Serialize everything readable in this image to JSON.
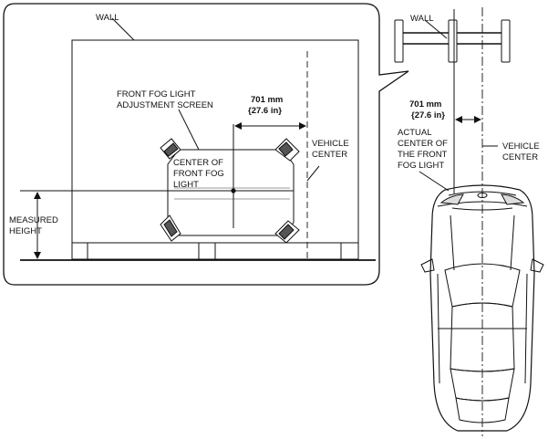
{
  "callout": {
    "wall_label": "WALL",
    "screen_label_line1": "FRONT FOG LIGHT",
    "screen_label_line2": "ADJUSTMENT SCREEN",
    "distance_mm": "701 mm",
    "distance_in": "{27.6 in}",
    "center_label_line1": "CENTER OF",
    "center_label_line2": "FRONT FOG",
    "center_label_line3": "LIGHT",
    "vehicle_center_line1": "VEHICLE",
    "vehicle_center_line2": "CENTER",
    "measured_height_line1": "MEASURED",
    "measured_height_line2": "HEIGHT"
  },
  "topview": {
    "wall_label": "WALL",
    "distance_mm": "701 mm",
    "distance_in": "{27.6 in}",
    "actual_center_line1": "ACTUAL",
    "actual_center_line2": "CENTER OF",
    "actual_center_line3": "THE FRONT",
    "actual_center_line4": "FOG LIGHT",
    "vehicle_center_line1": "VEHICLE",
    "vehicle_center_line2": "CENTER"
  }
}
